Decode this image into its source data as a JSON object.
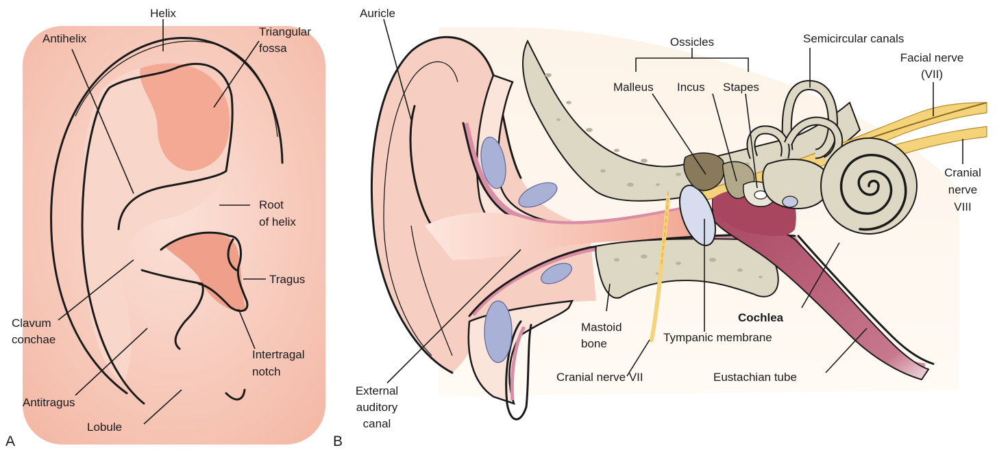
{
  "panel_a": {
    "letter": "A",
    "labels": {
      "helix": "Helix",
      "antihelix": "Antihelix",
      "triangular_fossa_1": "Triangular",
      "triangular_fossa_2": "fossa",
      "root_of_helix_1": "Root",
      "root_of_helix_2": "of helix",
      "tragus": "Tragus",
      "clavum_conchae_1": "Clavum",
      "clavum_conchae_2": "conchae",
      "intertragal_notch_1": "Intertragal",
      "intertragal_notch_2": "notch",
      "antitragus": "Antitragus",
      "lobule": "Lobule"
    }
  },
  "panel_b": {
    "letter": "B",
    "labels": {
      "auricle": "Auricle",
      "ossicles": "Ossicles",
      "malleus": "Malleus",
      "incus": "Incus",
      "stapes": "Stapes",
      "semicircular_canals": "Semicircular canals",
      "facial_nerve_1": "Facial nerve",
      "facial_nerve_2": "(VII)",
      "cranial_nerve_viii_1": "Cranial",
      "cranial_nerve_viii_2": "nerve",
      "cranial_nerve_viii_3": "VIII",
      "mastoid_bone_1": "Mastoid",
      "mastoid_bone_2": "bone",
      "cochlea": "Cochlea",
      "tympanic_membrane": "Tympanic membrane",
      "cranial_nerve_vii": "Cranial nerve VII",
      "eustachian_tube": "Eustachian tube",
      "external_canal_1": "External",
      "external_canal_2": "auditory",
      "external_canal_3": "canal"
    }
  },
  "colors": {
    "skin": "#f6c3b2",
    "skin_dark": "#ee9e86",
    "bone": "#ddd8c4",
    "cartilage": "#a9b1d6",
    "nerve": "#f5d37a",
    "tube": "#b55a76",
    "membrane": "#d8dcef"
  }
}
